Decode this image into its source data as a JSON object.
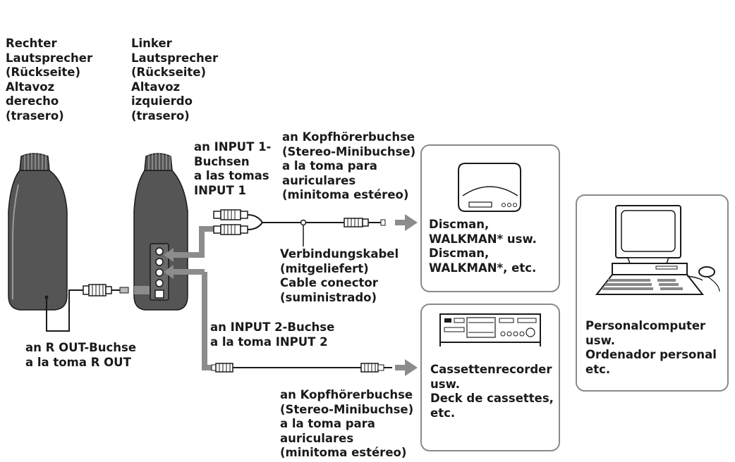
{
  "labels": {
    "right_speaker": [
      "Rechter",
      "Lautsprecher",
      "(Rückseite)",
      "Altavoz",
      "derecho",
      "(trasero)"
    ],
    "left_speaker": [
      "Linker",
      "Lautsprecher",
      "(Rückseite)",
      "Altavoz",
      "izquierdo",
      "(trasero)"
    ],
    "input1": [
      "an INPUT 1-",
      "Buchsen",
      "a las tomas",
      "INPUT 1"
    ],
    "headphone_top": [
      "an Kopfhörerbuchse",
      "(Stereo-Minibuchse)",
      "a la toma para",
      "auriculares",
      "(minitoma estéreo)"
    ],
    "discman": [
      "Discman,",
      "WALKMAN* usw.",
      "Discman,",
      "WALKMAN*, etc."
    ],
    "cable": [
      "Verbindungskabel",
      "(mitgeliefert)",
      "Cable conector",
      "(suministrado)"
    ],
    "input2": [
      "an INPUT 2-Buchse",
      "a la toma INPUT 2"
    ],
    "rout": [
      "an R OUT-Buchse",
      "a la toma R OUT"
    ],
    "cassette": [
      "Cassettenrecorder",
      "usw.",
      "Deck de cassettes,",
      "etc."
    ],
    "headphone_bottom": [
      "an Kopfhörerbuchse",
      "(Stereo-Minibuchse)",
      "a la toma para",
      "auriculares",
      "(minitoma estéreo)"
    ],
    "computer": [
      "Personalcomputer",
      "usw.",
      "Ordenador personal",
      "etc."
    ]
  },
  "colors": {
    "ink": "#1a1a1a",
    "speaker_fill": "#555555",
    "arrow_gray": "#8c8c8c",
    "box_stroke": "#8a8a8a"
  }
}
